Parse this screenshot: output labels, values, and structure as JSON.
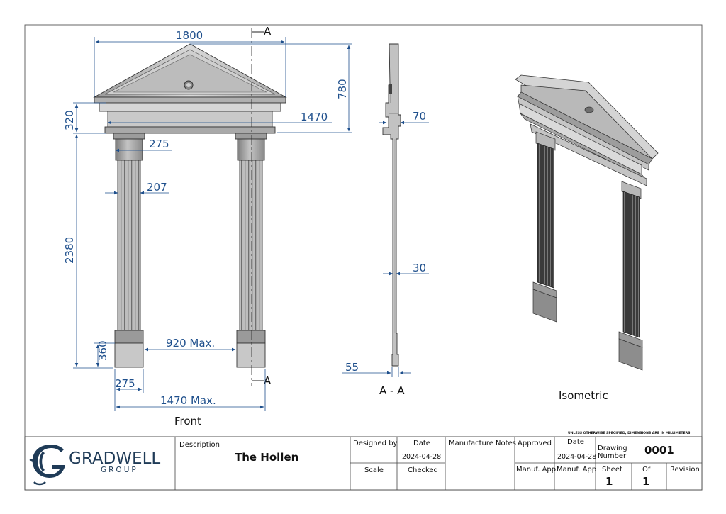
{
  "dimensions": {
    "width_top": "1800",
    "height_pediment": "780",
    "cornice_height": "320",
    "entablature_width": "1470",
    "capital_width": "275",
    "column_width": "207",
    "overall_height": "2380",
    "plinth_height": "360",
    "opening_width": "920 Max.",
    "plinth_width": "275",
    "overall_width": "1470 Max.",
    "section_top_depth": "70",
    "section_column_depth": "30",
    "section_base_depth": "55"
  },
  "section_markers": {
    "top": "A",
    "bottom": "A"
  },
  "views": {
    "front": "Front",
    "section": "A - A",
    "isometric": "Isometric"
  },
  "note": "UNLESS OTHERWISE SPECIFIED, DIMENSIONS ARE IN MILLIMETERS",
  "title_block": {
    "logo_main": "GRADWELL",
    "logo_sub": "GROUP",
    "description_label": "Description",
    "description_value": "The Hollen",
    "designed_by_label": "Designed by",
    "date_label": "Date",
    "design_date": "2024-04-28",
    "manufacture_notes_label": "Manufacture Notes",
    "approved_label": "Approved",
    "approved_date_label": "Date",
    "approved_date": "2024-04-28",
    "drawing_number_label_1": "Drawing",
    "drawing_number_label_2": "Number",
    "drawing_number": "0001",
    "scale_label": "Scale",
    "checked_label": "Checked",
    "manuf_app_label_1": "Manuf. App",
    "manuf_app_label_2": "Manuf. App",
    "sheet_label": "Sheet",
    "sheet_value": "1",
    "of_label": "Of",
    "of_value": "1",
    "revision_label": "Revision"
  }
}
